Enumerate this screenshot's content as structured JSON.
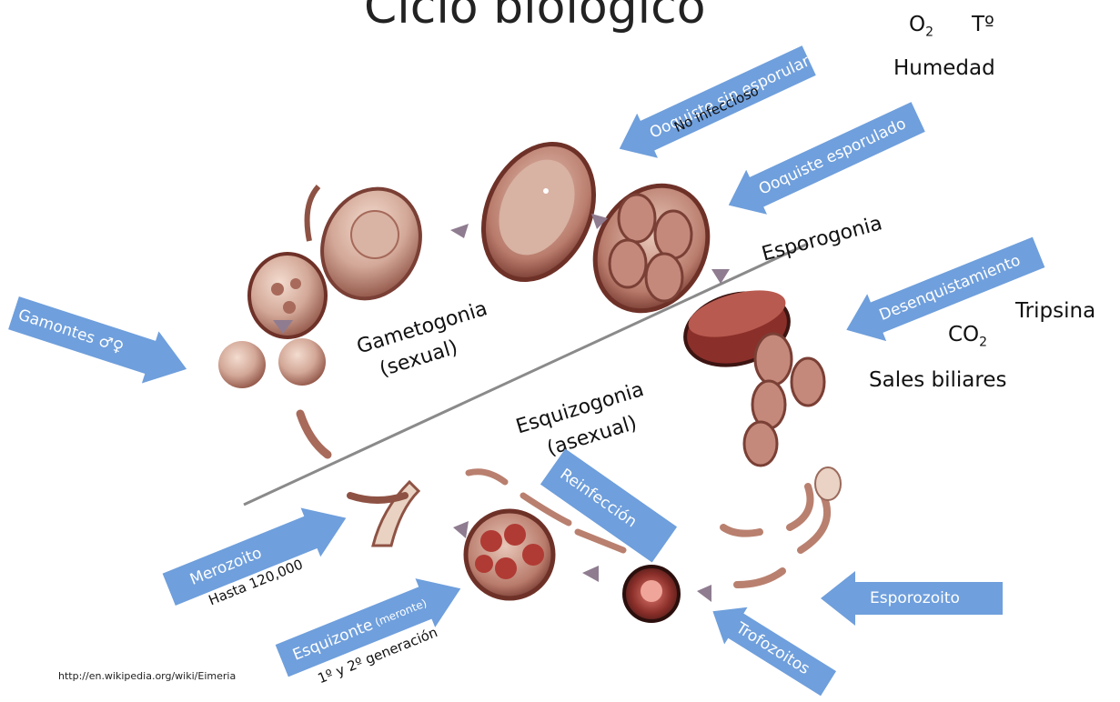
{
  "title": "Ciclo biológico",
  "environment": {
    "o2_base": "O",
    "o2_sub": "2",
    "temp": "Tº",
    "humidity": "Humedad"
  },
  "excystation_factors": {
    "trypsin": "Tripsina",
    "co2_base": "CO",
    "co2_sub": "2",
    "bile_salts": "Sales biliares"
  },
  "phases": {
    "sporogony": "Esporogonia",
    "gametogony_1": "Gametogonia",
    "gametogony_2": "(sexual)",
    "schizogony_1": "Esquizogonia",
    "schizogony_2": "(asexual)"
  },
  "arrows": {
    "unsporulated": "Ooquiste sin esporular",
    "sporulated": "Ooquiste esporulado",
    "excystation": "Desenquistamiento",
    "gamonts": "Gamontes ♂♀",
    "reinfection": "Reinfección",
    "merozoite": "Merozoito",
    "schizont": "Esquizonte",
    "schizont_note": "(meronte)",
    "sporozoite": "Esporozoito",
    "trophozoites": "Trofozoitos"
  },
  "notes": {
    "no_infectious": "No infeccioso",
    "up_to": "Hasta 120,000",
    "generations": "1º y 2º generación"
  },
  "source_url": "http://en.wikipedia.org/wiki/Eimeria",
  "colors": {
    "arrow_fill": "#6f9fdc",
    "arrow_fill_light": "#a9c8ef",
    "cell_fill": "#c99a88",
    "cell_dark": "#7a3f35",
    "divider": "#8a8a8a"
  }
}
